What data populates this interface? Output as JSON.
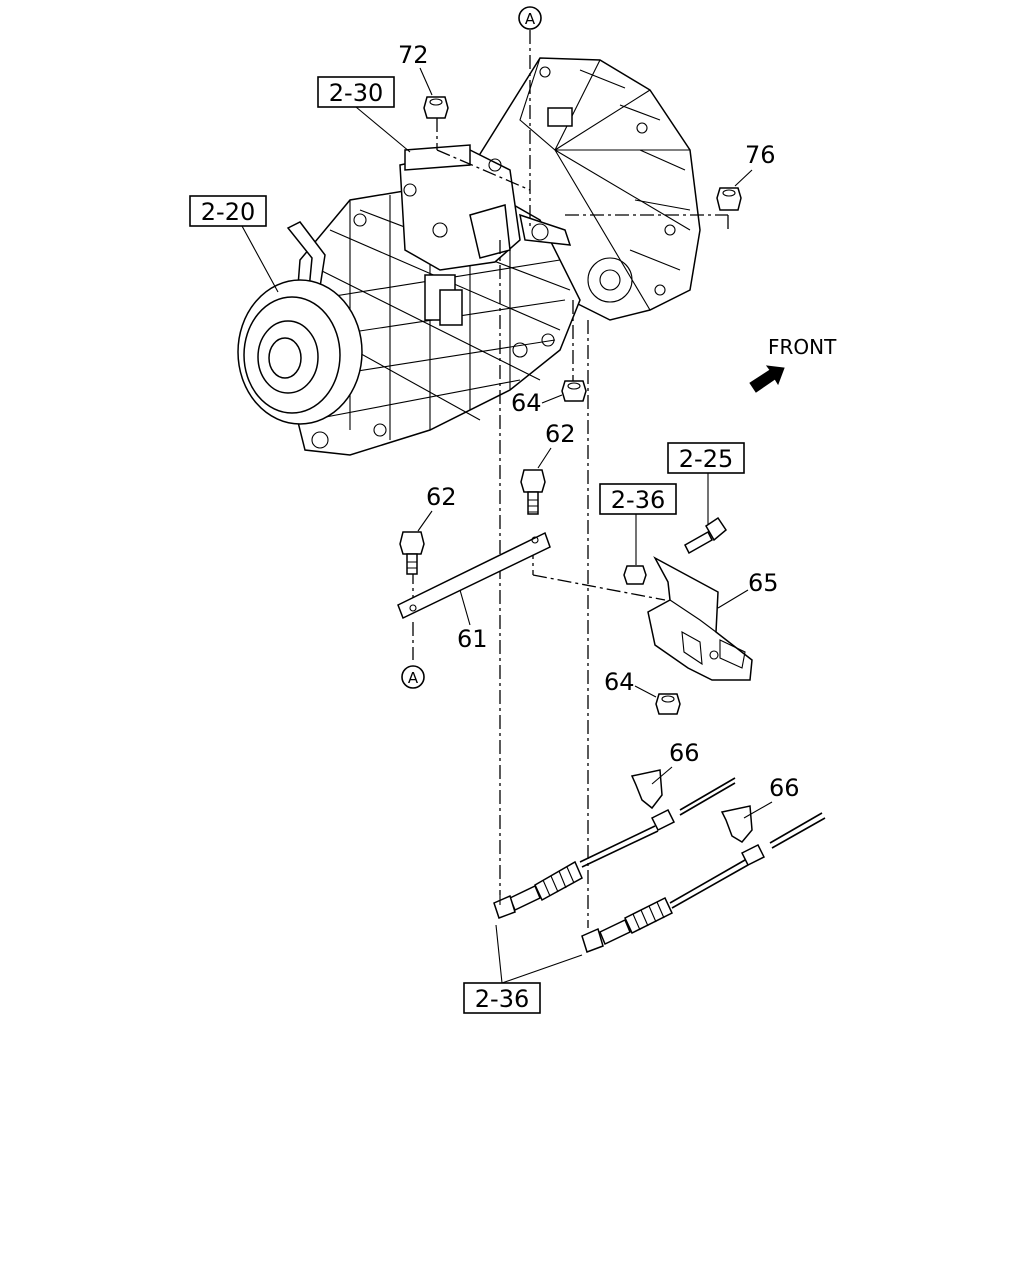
{
  "direction_label": "FRONT",
  "marker_label": "A",
  "callouts": {
    "part_61": "61",
    "part_62_upper": "62",
    "part_62_lower": "62",
    "part_64_upper": "64",
    "part_64_lower": "64",
    "part_65": "65",
    "part_66_left": "66",
    "part_66_right": "66",
    "part_72": "72",
    "part_76": "76"
  },
  "references": {
    "ref_2_20": "2-20",
    "ref_2_30": "2-30",
    "ref_2_25": "2-25",
    "ref_2_36_bracket": "2-36",
    "ref_2_36_cables": "2-36"
  }
}
